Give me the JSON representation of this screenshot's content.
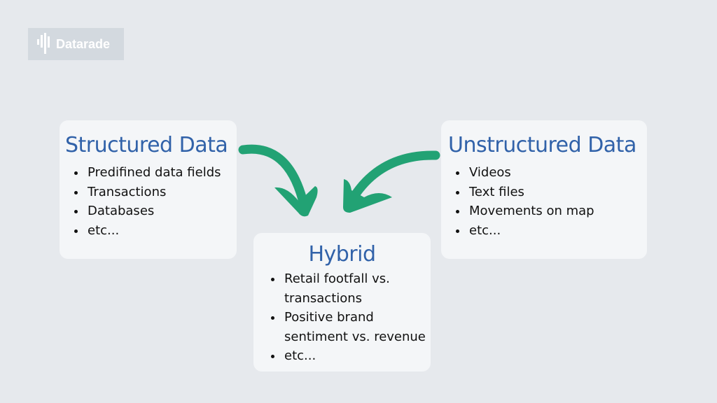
{
  "logo": {
    "text": "Datarade"
  },
  "structured": {
    "title": "Structured Data",
    "items": [
      "Predifined data fields",
      "Transactions",
      "Databases",
      "etc..."
    ]
  },
  "unstructured": {
    "title": "Unstructured Data",
    "items": [
      "Videos",
      "Text files",
      "Movements on map",
      "etc..."
    ]
  },
  "hybrid": {
    "title": "Hybrid",
    "items": [
      "Retail footfall vs. transactions",
      "Positive brand sentiment vs. revenue",
      "etc..."
    ]
  },
  "colors": {
    "arrow": "#22a274",
    "title": "#3162a9"
  }
}
